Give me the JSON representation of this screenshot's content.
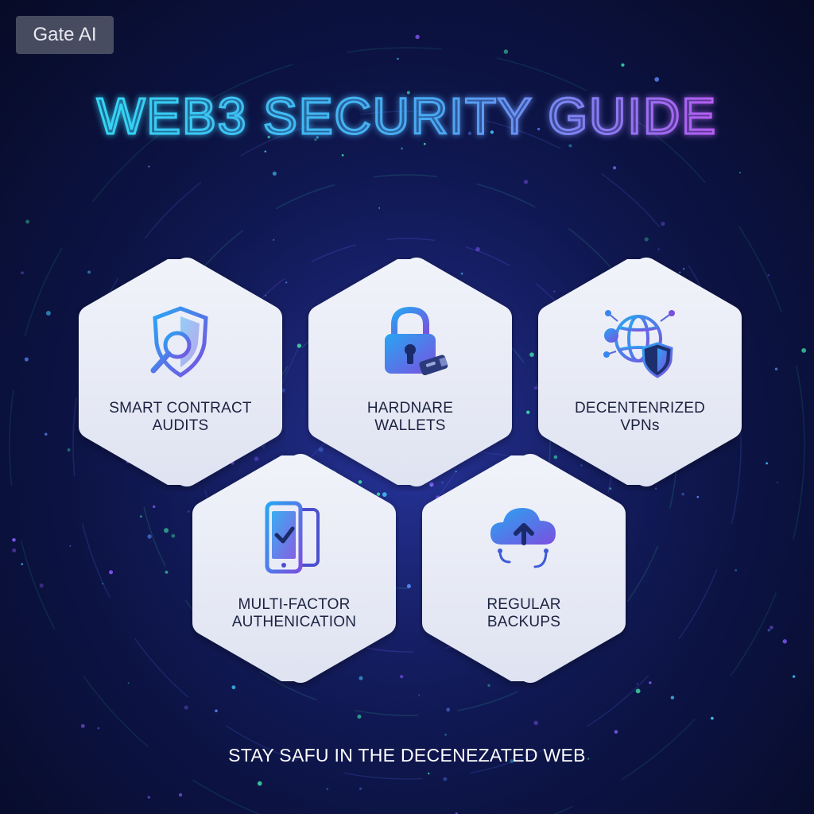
{
  "badge": {
    "label": "Gate AI"
  },
  "header": {
    "title": "WEB3 SECURITY GUIDE"
  },
  "cards": [
    {
      "line1": "SMART CONTRACT",
      "line2": "AUDITS",
      "icon": "shield-magnifier-icon"
    },
    {
      "line1": "HARDNARE",
      "line2": "WALLETS",
      "icon": "padlock-usb-icon"
    },
    {
      "line1": "DECENTENRIZED",
      "line2": "VPNs",
      "icon": "globe-shield-icon"
    },
    {
      "line1": "MULTI-FACTOR",
      "line2": "AUTHENICATION",
      "icon": "phone-check-icon"
    },
    {
      "line1": "REGULAR",
      "line2": "BACKUPS",
      "icon": "cloud-upload-icon"
    }
  ],
  "footer": {
    "tagline": "STAY SAFU IN THE DECENEZATED WEB"
  },
  "colors": {
    "background": "#0b1238",
    "title_start": "#34d6f5",
    "title_end": "#b65cf2",
    "card_fill": "#e9ecf6",
    "icon_start": "#2b8ff0",
    "icon_end": "#7b4fe0"
  }
}
